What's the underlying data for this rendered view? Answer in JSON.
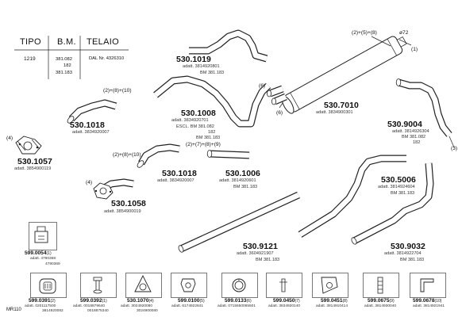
{
  "header": {
    "tipo_label": "TIPO",
    "bm_label": "B.M.",
    "telaio_label": "TELAIO",
    "tipo_value": "1219",
    "bm_values": [
      "381.082",
      "182",
      "381.183"
    ],
    "telaio_value": "DAL Nr. 4326310"
  },
  "parts": {
    "p1019": {
      "code": "530.1019",
      "sub": "adatt. 3814920801",
      "bm": "BM 381.183"
    },
    "p1008": {
      "code": "530.1008",
      "sub": "adatt. 3834920701",
      "esc": "ESCL. BM 381.082",
      "bm2": "182",
      "bm3": "BM 381.183",
      "callout": "(2)+(8)+(10)"
    },
    "p1018a": {
      "code": "530.1018",
      "sub": "adatt. 3834920007"
    },
    "p1057": {
      "code": "530.1057",
      "sub": "adatt. 3854900119",
      "callout": "(4)"
    },
    "p1018b": {
      "code": "530.1018",
      "sub": "adatt. 3834920007",
      "callout": "(2)+(8)+(10)"
    },
    "p1006": {
      "code": "530.1006",
      "sub": "adatt. 3814920601",
      "bm": "BM 381.183",
      "callout": "(2)+(7)+(8)+(9)"
    },
    "p1058": {
      "code": "530.1058",
      "sub": "adatt. 3854900019",
      "callout": "(4)"
    },
    "p7010": {
      "code": "530.7010",
      "sub": "adatt. 3834900301",
      "callout": "(2)+(5)+(8)",
      "diameter": "ø72",
      "c6a": "(6)",
      "c6b": "(6)",
      "c1": "(1)"
    },
    "p9004": {
      "code": "530.9004",
      "sub": "adatt. 3814926304",
      "bm": "BM 381.082",
      "bm2": "182",
      "c3": "(3)"
    },
    "p5006": {
      "code": "530.5006",
      "sub": "adatt. 3814924604",
      "bm": "BM 381.183"
    },
    "p9121": {
      "code": "530.9121",
      "sub": "adatt. 3604921907",
      "bm": "BM 381.183"
    },
    "p9032": {
      "code": "530.9032",
      "sub": "adatt. 3814922704",
      "bm": "BM 381.183"
    },
    "p0054": {
      "code": "599.0054",
      "qty": "(1)",
      "sub1": "adatt. 4790368",
      "sub2": "4790369"
    }
  },
  "footer": [
    {
      "code": "599.0391",
      "qty": "(2)",
      "sub1": "adatt. 0201117500",
      "sub2": "3814920082"
    },
    {
      "code": "599.0392",
      "qty": "(1)",
      "sub1": "adatt. 0018879640",
      "sub2": "0018875340"
    },
    {
      "code": "530.1070",
      "qty": "(4)",
      "sub1": "adatt. 3024920080",
      "sub2": "3024900080"
    },
    {
      "code": "599.0100",
      "qty": "(5)",
      "sub1": "adatt. 6174922841",
      "sub2": ""
    },
    {
      "code": "599.0133",
      "qty": "(6)",
      "sub1": "adatt. 0715550065501",
      "sub2": ""
    },
    {
      "code": "599.0450",
      "qty": "(7)",
      "sub1": "adatt. 3834920140",
      "sub2": ""
    },
    {
      "code": "599.0451",
      "qty": "(8)",
      "sub1": "adatt. 3814910414",
      "sub2": ""
    },
    {
      "code": "599.0675",
      "qty": "(9)",
      "sub1": "adatt. 3814930040",
      "sub2": ""
    },
    {
      "code": "599.0678",
      "qty": "(10)",
      "sub1": "adatt. 3814921941",
      "sub2": ""
    }
  ],
  "catalog_ref": "MR110"
}
